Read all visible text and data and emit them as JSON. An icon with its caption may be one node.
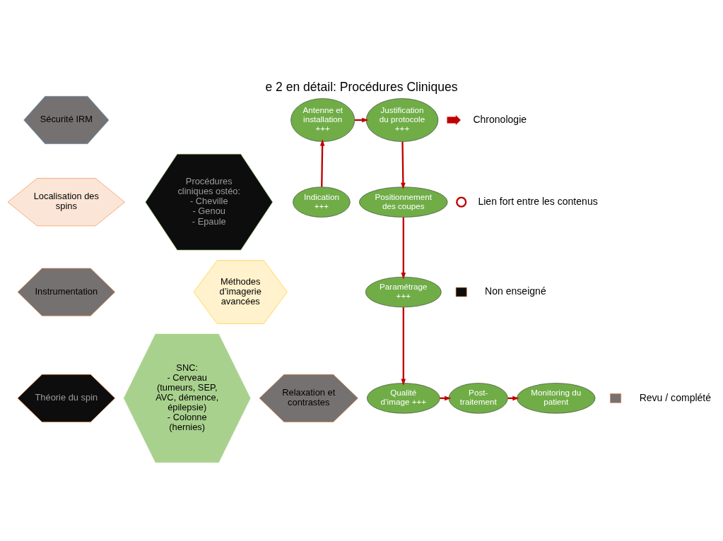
{
  "diagram": {
    "title": "e 2 en détail: Procédures Cliniques",
    "nodes": [
      {
        "text": [
          "Sécurité IRM"
        ]
      },
      {
        "text": [
          "Localisation des spins"
        ]
      },
      {
        "text": [
          "Procédures cliniques ostéo:",
          "- Cheville",
          "- Genou",
          "- Epaule"
        ]
      },
      {
        "text": [
          "Instrumentation"
        ]
      },
      {
        "text": [
          "Méthodes d’imagerie avancées"
        ]
      },
      {
        "text": [
          "Théorie du spin"
        ]
      },
      {
        "text": [
          "SNC:",
          "- Cerveau (tumeurs, SEP, AVC, démence, épilepsie)",
          "- Colonne (hernies)"
        ]
      },
      {
        "text": [
          "Relaxation et contrastes"
        ]
      },
      {
        "text": [
          "Justification du protocole +++"
        ]
      },
      {
        "text": [
          "Antenne et installation +++"
        ]
      },
      {
        "text": [
          "Positionnement des coupes"
        ]
      },
      {
        "text": [
          "Indication +++"
        ]
      },
      {
        "text": [
          "Paramétrage +++"
        ]
      },
      {
        "text": [
          "Monitoring du patient"
        ]
      },
      {
        "text": [
          "Qualité d’image +++"
        ]
      },
      {
        "text": [
          "Post-traitement"
        ]
      }
    ],
    "edges": [
      {
        "from": 11,
        "to": 9,
        "arrow": "to"
      },
      {
        "from": 9,
        "to": 8,
        "arrow": "to"
      },
      {
        "from": 8,
        "to": 10,
        "arrow": "to"
      },
      {
        "from": 10,
        "to": 12,
        "arrow": "to"
      },
      {
        "from": 12,
        "to": 14,
        "arrow": "to"
      },
      {
        "from": 14,
        "to": 15,
        "arrow": "to"
      },
      {
        "from": 15,
        "to": 13,
        "arrow": "to"
      }
    ],
    "legend": [
      {
        "text": "Chronologie"
      },
      {
        "text": "Lien fort entre les contenus"
      },
      {
        "text": "Non enseigné",
        "color": "#0d0d0d"
      },
      {
        "text": "Revu / complété",
        "color": "#767171"
      }
    ]
  }
}
